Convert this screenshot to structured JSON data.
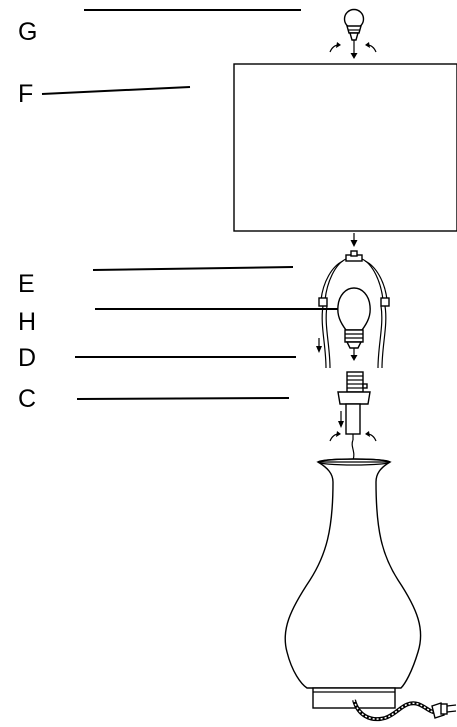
{
  "labels": {
    "g": "G",
    "f": "F",
    "e": "E",
    "h": "H",
    "d": "D",
    "c": "C"
  },
  "colors": {
    "line": "#000000",
    "background": "#ffffff"
  },
  "icons": [
    "bulb-icon",
    "shade-icon",
    "harp-icon",
    "socket-icon",
    "base-icon",
    "plug-icon",
    "rotate-arrow-icon",
    "down-arrow-icon"
  ]
}
